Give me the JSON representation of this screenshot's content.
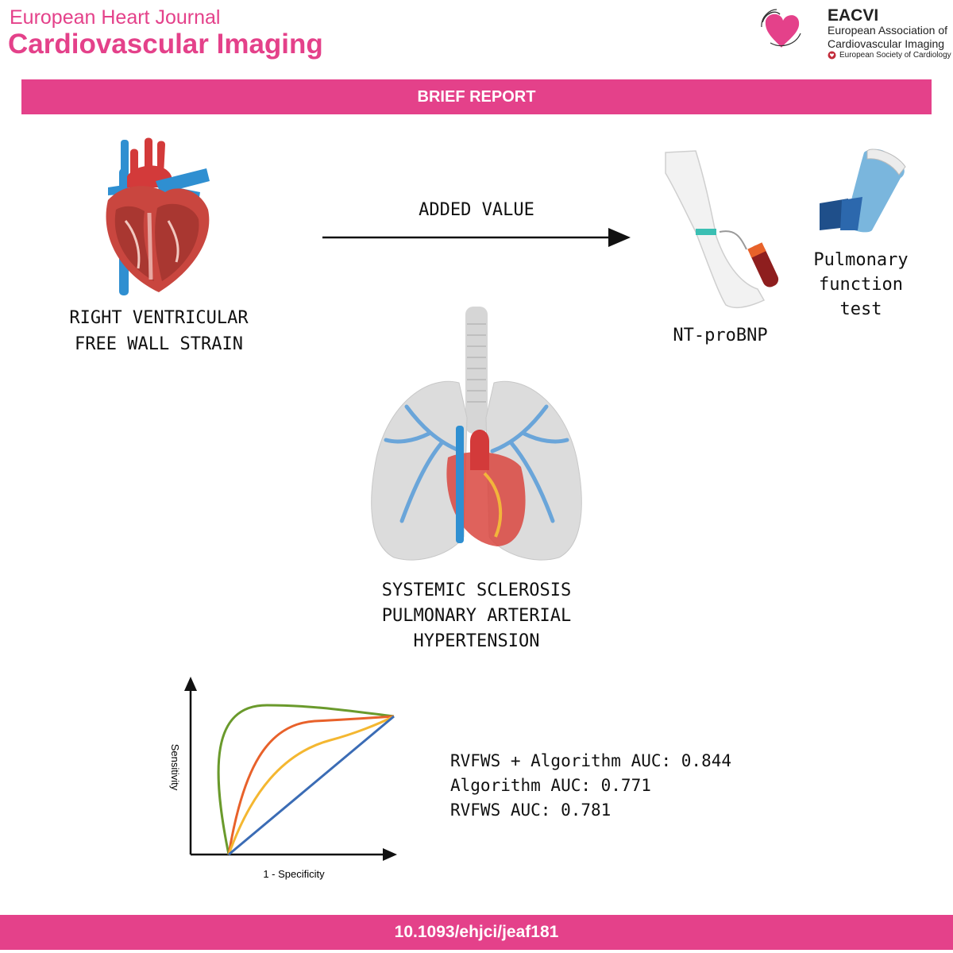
{
  "header": {
    "journal_line1": "European Heart Journal",
    "journal_line2": "Cardiovascular Imaging",
    "org_acronym": "EACVI",
    "org_full_name": "European Association of Cardiovascular Imaging",
    "parent_org": "European Society of Cardiology"
  },
  "banner": {
    "label": "BRIEF REPORT"
  },
  "labels": {
    "heart": [
      "RIGHT VENTRICULAR",
      "FREE WALL STRAIN"
    ],
    "arrow": "ADDED VALUE",
    "blood_test": "NT-proBNP",
    "pulmonary": [
      "Pulmonary",
      "function",
      "test"
    ],
    "disease": [
      "SYSTEMIC SCLEROSIS",
      "PULMONARY ARTERIAL",
      "HYPERTENSION"
    ]
  },
  "chart_data": {
    "type": "line",
    "xlabel": "1 - Specificity",
    "ylabel": "Sensitivity",
    "series_colors": [
      "#6a9a2c",
      "#e8612a",
      "#f4b731",
      "#3b6cb5"
    ]
  },
  "results": [
    "RVFWS + Algorithm AUC: 0.844",
    "Algorithm AUC: 0.771",
    "RVFWS AUC: 0.781"
  ],
  "footer": {
    "doi": "10.1093/ehjci/jeaf181"
  },
  "colors": {
    "brand": "#e4418a"
  }
}
